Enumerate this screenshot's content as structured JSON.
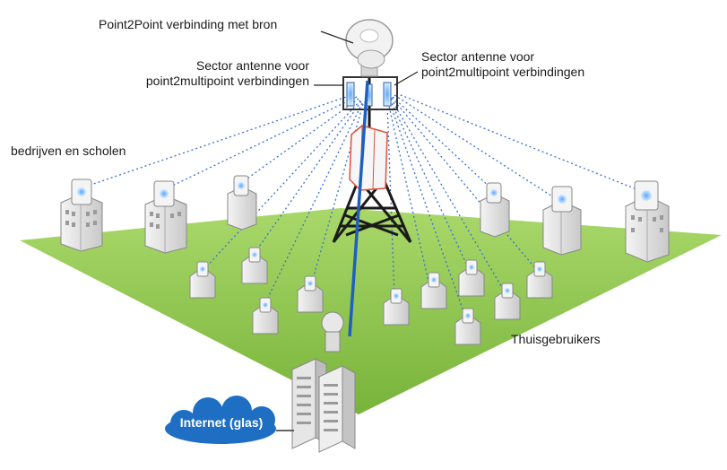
{
  "labels": {
    "p2p": "Point2Point verbinding met bron",
    "sector_left_line1": "Sector antenne voor",
    "sector_left_line2": "point2multipoint verbindingen",
    "sector_right_line1": "Sector antenne voor",
    "sector_right_line2": "point2multipoint verbindingen",
    "business": "bedrijven en scholen",
    "home_users": "Thuisgebruikers",
    "internet": "Internet (glas)"
  },
  "colors": {
    "ground": "#8cc63f",
    "link_lines": "#3a6fd1",
    "fiber": "#1f5fbf",
    "cloud": "#1e6fc4",
    "tower": "#1a1a1a",
    "antenna_panel": "#e0513a"
  }
}
